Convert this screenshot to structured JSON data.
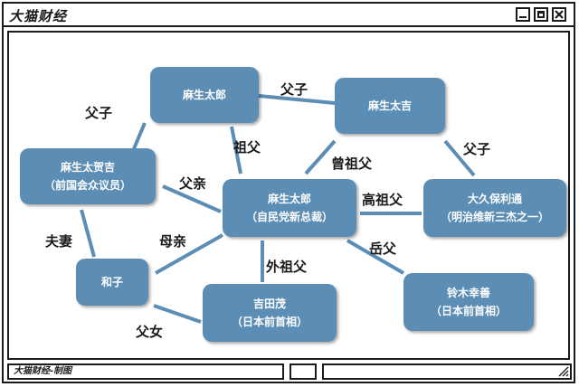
{
  "window": {
    "title": "大猫财经",
    "status_text": "大猫财经-制图"
  },
  "nodes": [
    {
      "id": "aso_taro_grandfather",
      "name": "麻生太郎"
    },
    {
      "id": "aso_takichi",
      "name": "麻生太吉"
    },
    {
      "id": "aso_takakichi",
      "name": "麻生太贺吉",
      "title": "（前国会众议员）"
    },
    {
      "id": "aso_taro",
      "name": "麻生太郎",
      "title": "（自民党新总裁）"
    },
    {
      "id": "okubo_toshimichi",
      "name": "大久保利通",
      "title": "（明治维新三杰之一）"
    },
    {
      "id": "kazuko",
      "name": "和子"
    },
    {
      "id": "yoshida_shigeru",
      "name": "吉田茂",
      "title": "（日本前首相）"
    },
    {
      "id": "suzuki_zenko",
      "name": "铃木幸善",
      "title": "（日本前首相）"
    }
  ],
  "edges": [
    {
      "from": "aso_taro_grandfather",
      "to": "aso_takakichi",
      "label": "父子"
    },
    {
      "from": "aso_taro_grandfather",
      "to": "aso_takichi",
      "label": "父子"
    },
    {
      "from": "aso_taro_grandfather",
      "to": "aso_taro",
      "label": "祖父"
    },
    {
      "from": "aso_takichi",
      "to": "aso_taro",
      "label": "曾祖父"
    },
    {
      "from": "aso_takichi",
      "to": "okubo_toshimichi",
      "label": "父子"
    },
    {
      "from": "aso_takakichi",
      "to": "aso_taro",
      "label": "父亲"
    },
    {
      "from": "aso_takakichi",
      "to": "kazuko",
      "label": "夫妻"
    },
    {
      "from": "aso_taro",
      "to": "okubo_toshimichi",
      "label": "高祖父"
    },
    {
      "from": "aso_taro",
      "to": "kazuko",
      "label": "母亲"
    },
    {
      "from": "aso_taro",
      "to": "yoshida_shigeru",
      "label": "外祖父"
    },
    {
      "from": "aso_taro",
      "to": "suzuki_zenko",
      "label": "岳父"
    },
    {
      "from": "kazuko",
      "to": "yoshida_shigeru",
      "label": "父女"
    }
  ],
  "colors": {
    "node_fill": "#5b8db5",
    "edge": "#5b8db5",
    "text": "#1a1a1a"
  },
  "icons": [
    "minimize-icon",
    "maximize-icon",
    "close-icon",
    "resize-grip-icon"
  ]
}
